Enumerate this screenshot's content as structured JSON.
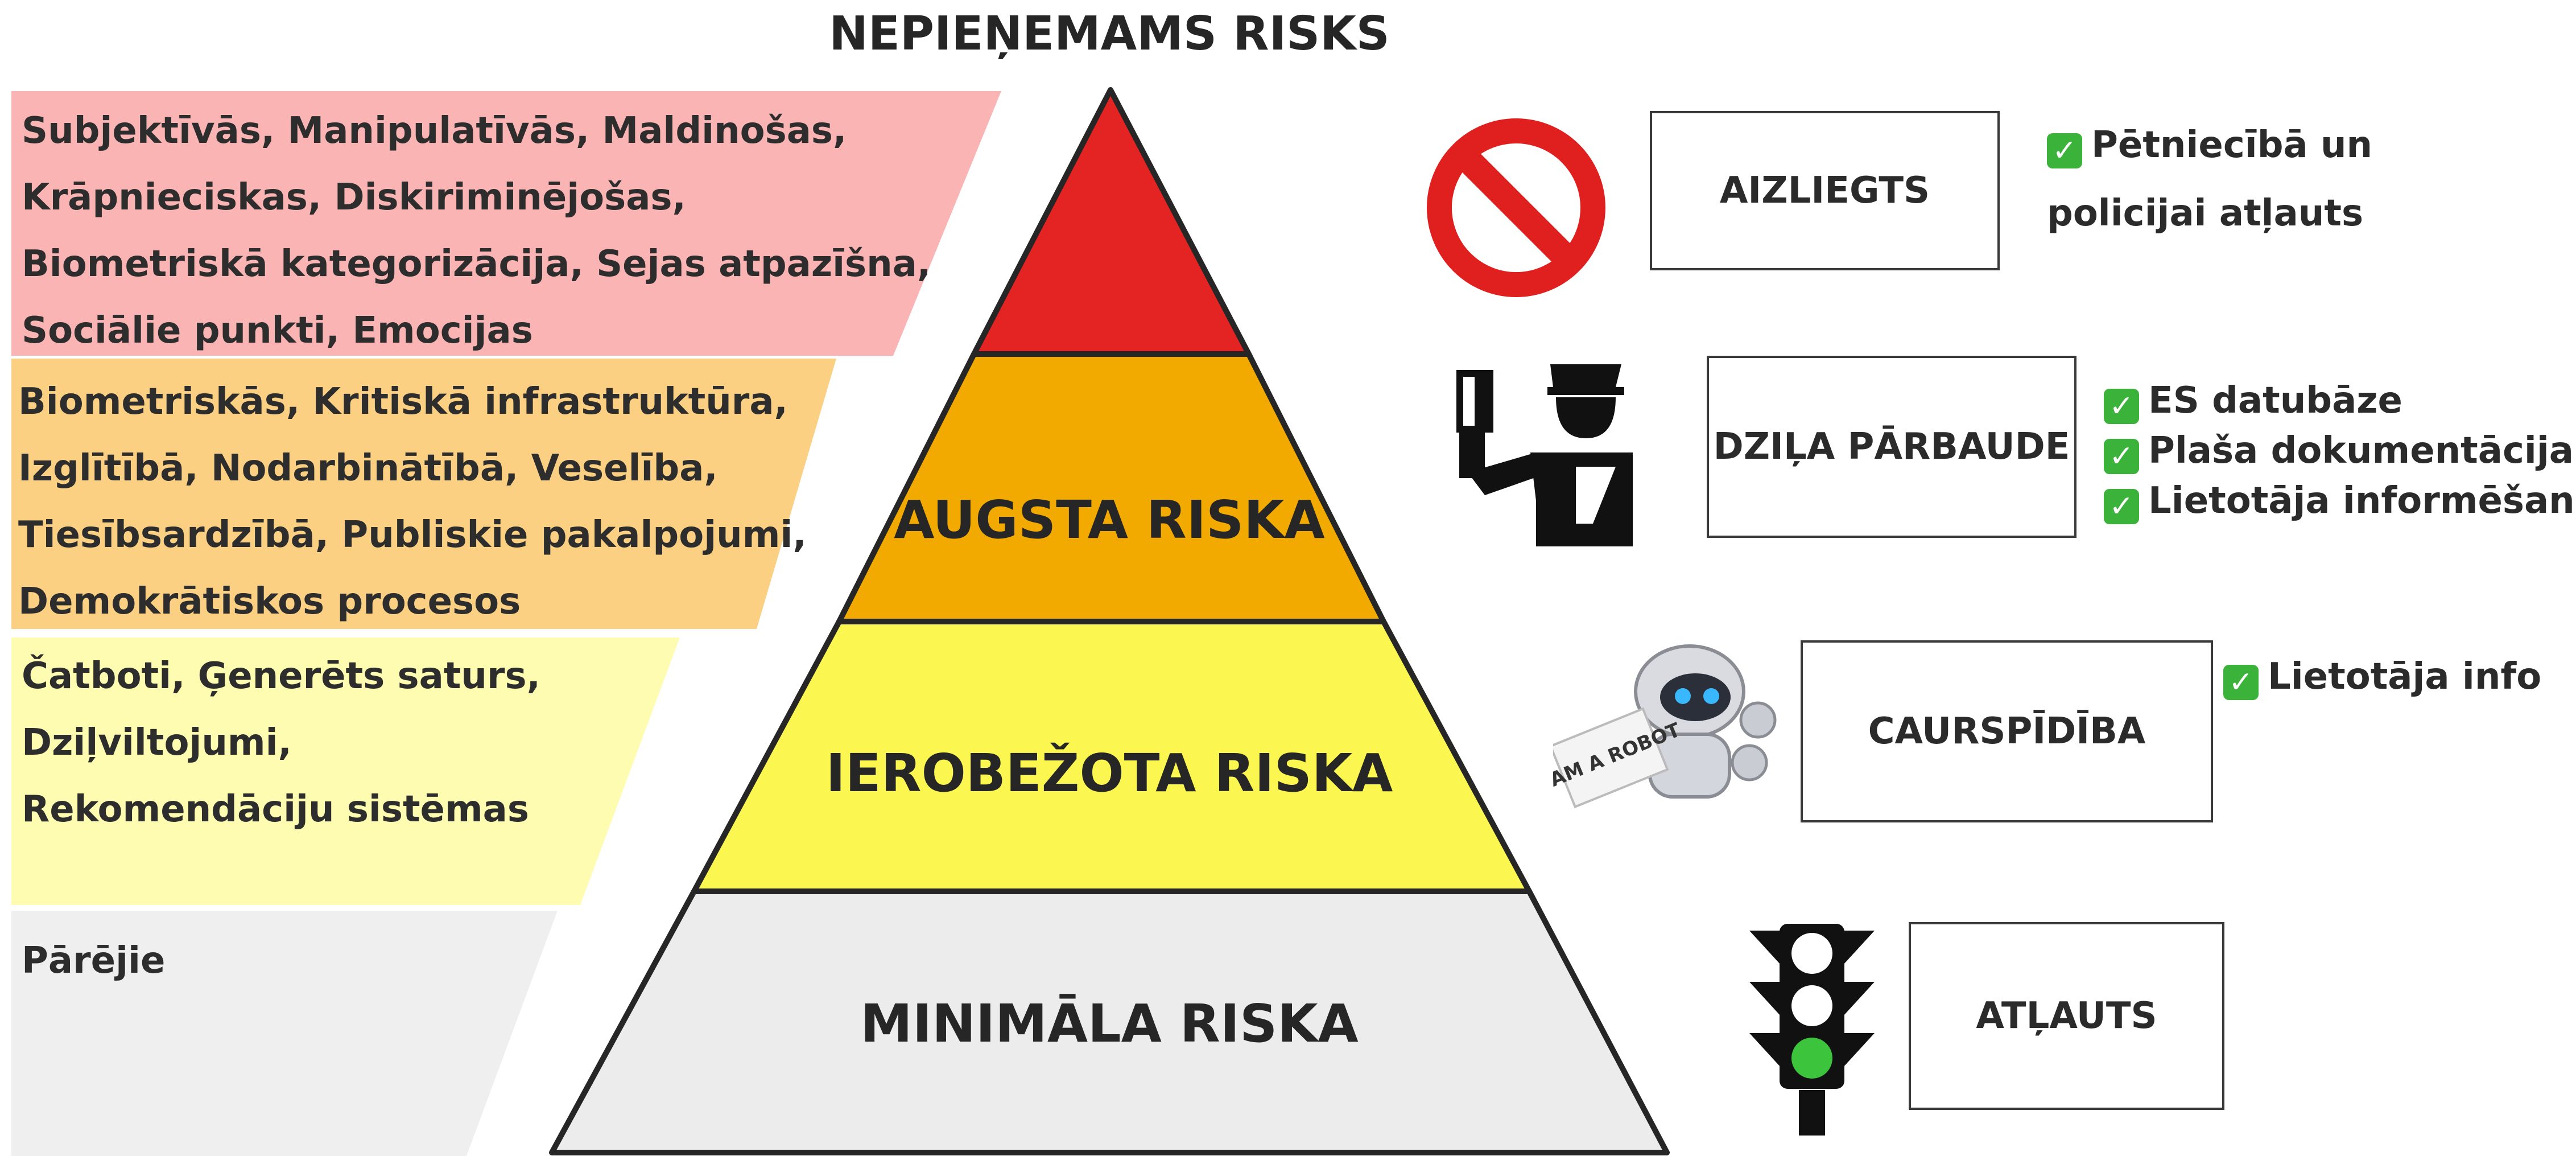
{
  "title": "NEPIEŅEMAMS RISKS",
  "tiers": [
    {
      "label": "",
      "color": "#e42323",
      "band_color": "#fbb4b4",
      "examples": [
        "Subjektīvās, Manipulatīvās, Maldinošas,",
        "Krāpnieciskas, Diskiriminējošas,",
        "Biometriskā kategorizācija, Sejas atpazīšna,",
        "Sociālie punkti, Emocijas"
      ],
      "icon": "prohibited-icon",
      "action": "AIZLIEGTS",
      "notes": [
        "Pētniecībā un",
        "policijai atļauts"
      ]
    },
    {
      "label": "AUGSTA RISKA",
      "color": "#f3aa00",
      "band_color": "#fbd083",
      "examples": [
        "Biometriskās, Kritiskā infrastruktūra,",
        "Izglītībā, Nodarbinātībā, Veselība,",
        "Tiesībsardzībā, Publiskie pakalpojumi,",
        "Demokrātiskos procesos"
      ],
      "icon": "inspector-icon",
      "action": "DZIĻA PĀRBAUDE",
      "notes": [
        "ES datubāze",
        "Plaša dokumentācija",
        "Lietotāja informēšana"
      ]
    },
    {
      "label": "IEROBEŽOTA RISKA",
      "color": "#fbf650",
      "band_color": "#fefcb0",
      "examples": [
        "Čatboti, Ģenerēts saturs,",
        "Dziļviltojumi,",
        "Rekomendāciju sistēmas"
      ],
      "icon": "robot-icon",
      "robot_sign": "I AM A ROBOT",
      "action": "CAURSPĪDĪBA",
      "notes": [
        "Lietotāja info"
      ]
    },
    {
      "label": "MINIMĀLA RISKA",
      "color": "#ececec",
      "band_color": "#efefef",
      "examples": [
        "Pārējie"
      ],
      "icon": "traffic-light-icon",
      "action": "ATĻAUTS",
      "notes": []
    }
  ],
  "check_color": "#3bb33b"
}
